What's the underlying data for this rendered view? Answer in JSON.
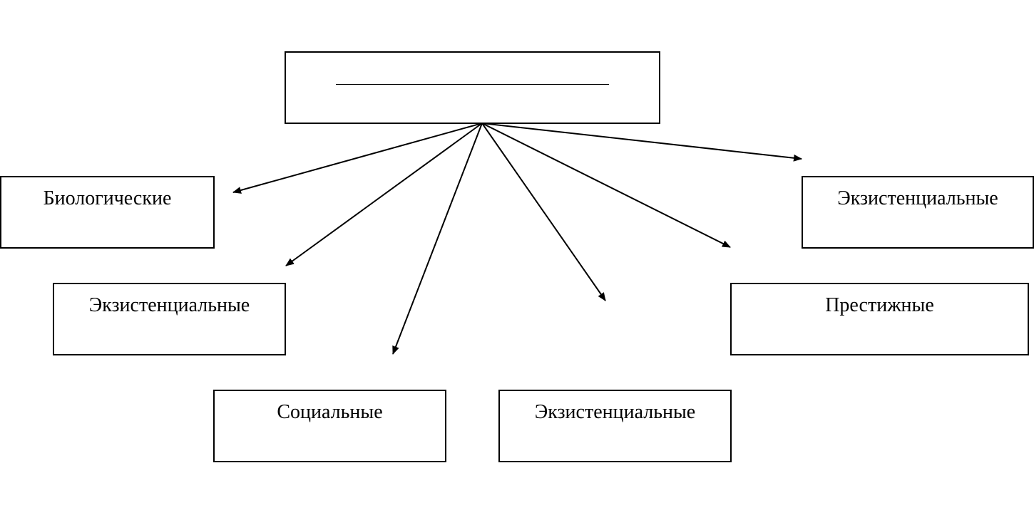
{
  "diagram": {
    "root": {
      "label": "",
      "blank": true
    },
    "nodes": [
      {
        "id": "biological",
        "label": "Биологические"
      },
      {
        "id": "existential-left",
        "label": "Экзистенциальные"
      },
      {
        "id": "social",
        "label": "Социальные"
      },
      {
        "id": "existential-bottom",
        "label": "Экзистенциальные"
      },
      {
        "id": "prestige",
        "label": "Престижные"
      },
      {
        "id": "existential-right",
        "label": "Экзистенциальные"
      }
    ],
    "edges": [
      {
        "from": "root",
        "to": "biological"
      },
      {
        "from": "root",
        "to": "existential-left"
      },
      {
        "from": "root",
        "to": "social"
      },
      {
        "from": "root",
        "to": "existential-bottom"
      },
      {
        "from": "root",
        "to": "prestige"
      },
      {
        "from": "root",
        "to": "existential-right"
      }
    ],
    "colors": {
      "stroke": "#000000",
      "background": "#ffffff"
    }
  }
}
